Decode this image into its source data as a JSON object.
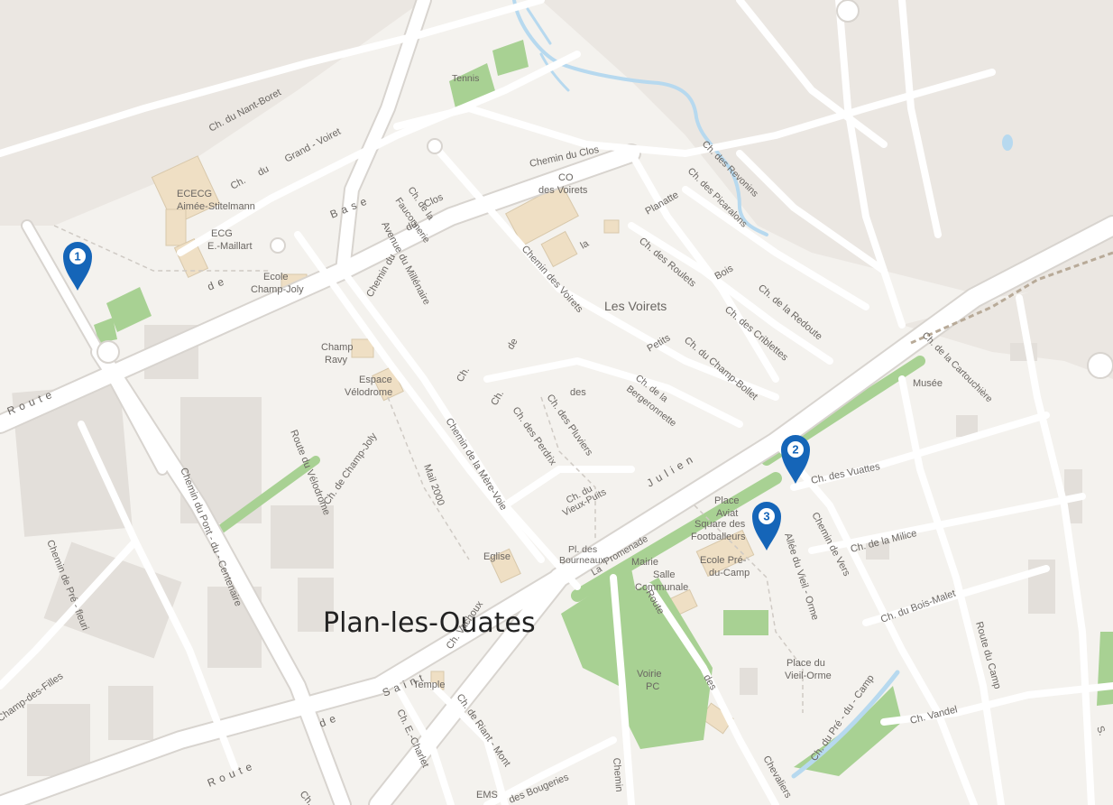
{
  "city_label": "Plan-les-Ouates",
  "markers": [
    {
      "number": "1",
      "color": "#1565b8"
    },
    {
      "number": "2",
      "color": "#1565b8"
    },
    {
      "number": "3",
      "color": "#1565b8"
    }
  ],
  "colors": {
    "background": "#f4f2ee",
    "parcel": "#ebe7e2",
    "road": "#ffffff",
    "road_casing": "#d8d4cf",
    "building": "#e3dfda",
    "landmark_building": "#efdfc4",
    "green": "#a8d193",
    "water": "#b7d9ef"
  },
  "labels": {
    "tennis": "Tennis",
    "ch_nant_boret": "Ch. du Nant-Boret",
    "ch_grand_voiret_1": "Ch.",
    "ch_grand_voiret_2": "du",
    "ch_grand_voiret_3": "Grand - Voiret",
    "chemin_du_clos": "Chemin du Clos",
    "ch_revonins": "Ch. des Revonins",
    "ch_picaralons": "Ch. des Picaralons",
    "ecg_aimee_1": "ECECG",
    "ecg_aimee_2": "Aimée-Stitelmann",
    "ecg_maillart_1": "ECG",
    "ecg_maillart_2": "E.-Maillart",
    "base": "Base",
    "route_base_de": "de",
    "ch_fauconnerie_1": "Ch. de la",
    "ch_fauconnerie_2": "Fauconnerie",
    "clos": "Clos",
    "du": "du",
    "co_voirets_1": "CO",
    "co_voirets_2": "des Voirets",
    "planatte": "Planatte",
    "la": "la",
    "ecole_champ_joly_1": "Ecole",
    "ecole_champ_joly_2": "Champ-Joly",
    "avenue_millenaire": "Avenue du Millénaire",
    "chemin_du": "Chemin du",
    "chemin_voirets": "Chemin des Voirets",
    "ch_roulets": "Ch. des Roulets",
    "bois": "Bois",
    "ch_redoute": "Ch. de la Redoute",
    "les_voirets": "Les Voirets",
    "ch_criblettes": "Ch. des Criblettes",
    "petits": "Petits",
    "ch_champ_bollet": "Ch. du Champ-Bollet",
    "ch_cartoucherie": "Ch. de la Cartouchière",
    "musee": "Musée",
    "route_left": "Route",
    "champ_ravy_1": "Champ",
    "champ_ravy_2": "Ravy",
    "espace_velodrome_1": "Espace",
    "espace_velodrome_2": "Vélodrome",
    "ch_label": "Ch.",
    "des": "des",
    "ch_bergeronnette_1": "Ch. de la",
    "ch_bergeronnette_2": "Bergeronnette",
    "ch_pluviers": "Ch. des Pluviers",
    "ch_perdrix": "Ch. des Perdrix",
    "ch_ch": "Ch.",
    "julien": "Julien",
    "ch_vuattes": "Ch. des Vuattes",
    "ch_champ_joly": "Ch. de Champ-Joly",
    "chemin_mere_voie": "Chemin de la Mère-Voie",
    "mail_2000": "Mail 2000",
    "route_velodrome": "Route du Vélodrome",
    "chemin_pont_centenaire": "Chemin du Pont - du - Centenaire",
    "chemin_pre_fleuri": "Chemin de Pré - fleuri",
    "ch_vieux_puits_1": "Ch. du",
    "ch_vieux_puits_2": "Vieux-Puits",
    "place_aviat_1": "Place",
    "place_aviat_2": "Aviat",
    "square_footballeurs_1": "Square des",
    "square_footballeurs_2": "Footballeurs",
    "chemin_vers": "Chemin de Vers",
    "ch_milice": "Ch. de la Milice",
    "eglise": "Eglise",
    "pl_bourneaux_1": "Pl. des",
    "pl_bourneaux_2": "Bourneaux",
    "promenade": "Promenade",
    "la_prom": "La",
    "mairie": "Mairie",
    "salle_communale_1": "Salle",
    "salle_communale_2": "Communale",
    "ecole_pre_du_camp_1": "Ecole Pré-",
    "ecole_pre_du_camp_2": "du-Camp",
    "allee_vieil_orme": "Allée du Vieil - Orme",
    "ch_bois_malet": "Ch. du Bois-Malet",
    "route_du_camp": "Route du Camp",
    "route_des_chevaliers_1": "Route",
    "route_des_chevaliers_2": "des",
    "route_des_chevaliers_3": "Chevaliers",
    "place_vieil_orme_1": "Place du",
    "place_vieil_orme_2": "Vieil-Orme",
    "voirie_pc_1": "Voirie",
    "voirie_pc_2": "PC",
    "ch_pre_du_camp": "Ch. du Pré - du - Camp",
    "ch_vandel": "Ch. Vandel",
    "s_label": "S.",
    "saint": "Saint",
    "route_de": "de",
    "route_bottom": "Route",
    "temple": "Temple",
    "ch_vachoux": "Ch. Vachoux",
    "ch_e_charlet": "Ch. E.-Charlet",
    "ch_riant_mont": "Ch. de Riant - Mont",
    "ems": "EMS",
    "ch_bougeries": "des Bougeries",
    "chemin_bottom": "Chemin",
    "ch_bottom_left": "Ch.",
    "champ_des_filles": "Champ-des-Filles"
  }
}
